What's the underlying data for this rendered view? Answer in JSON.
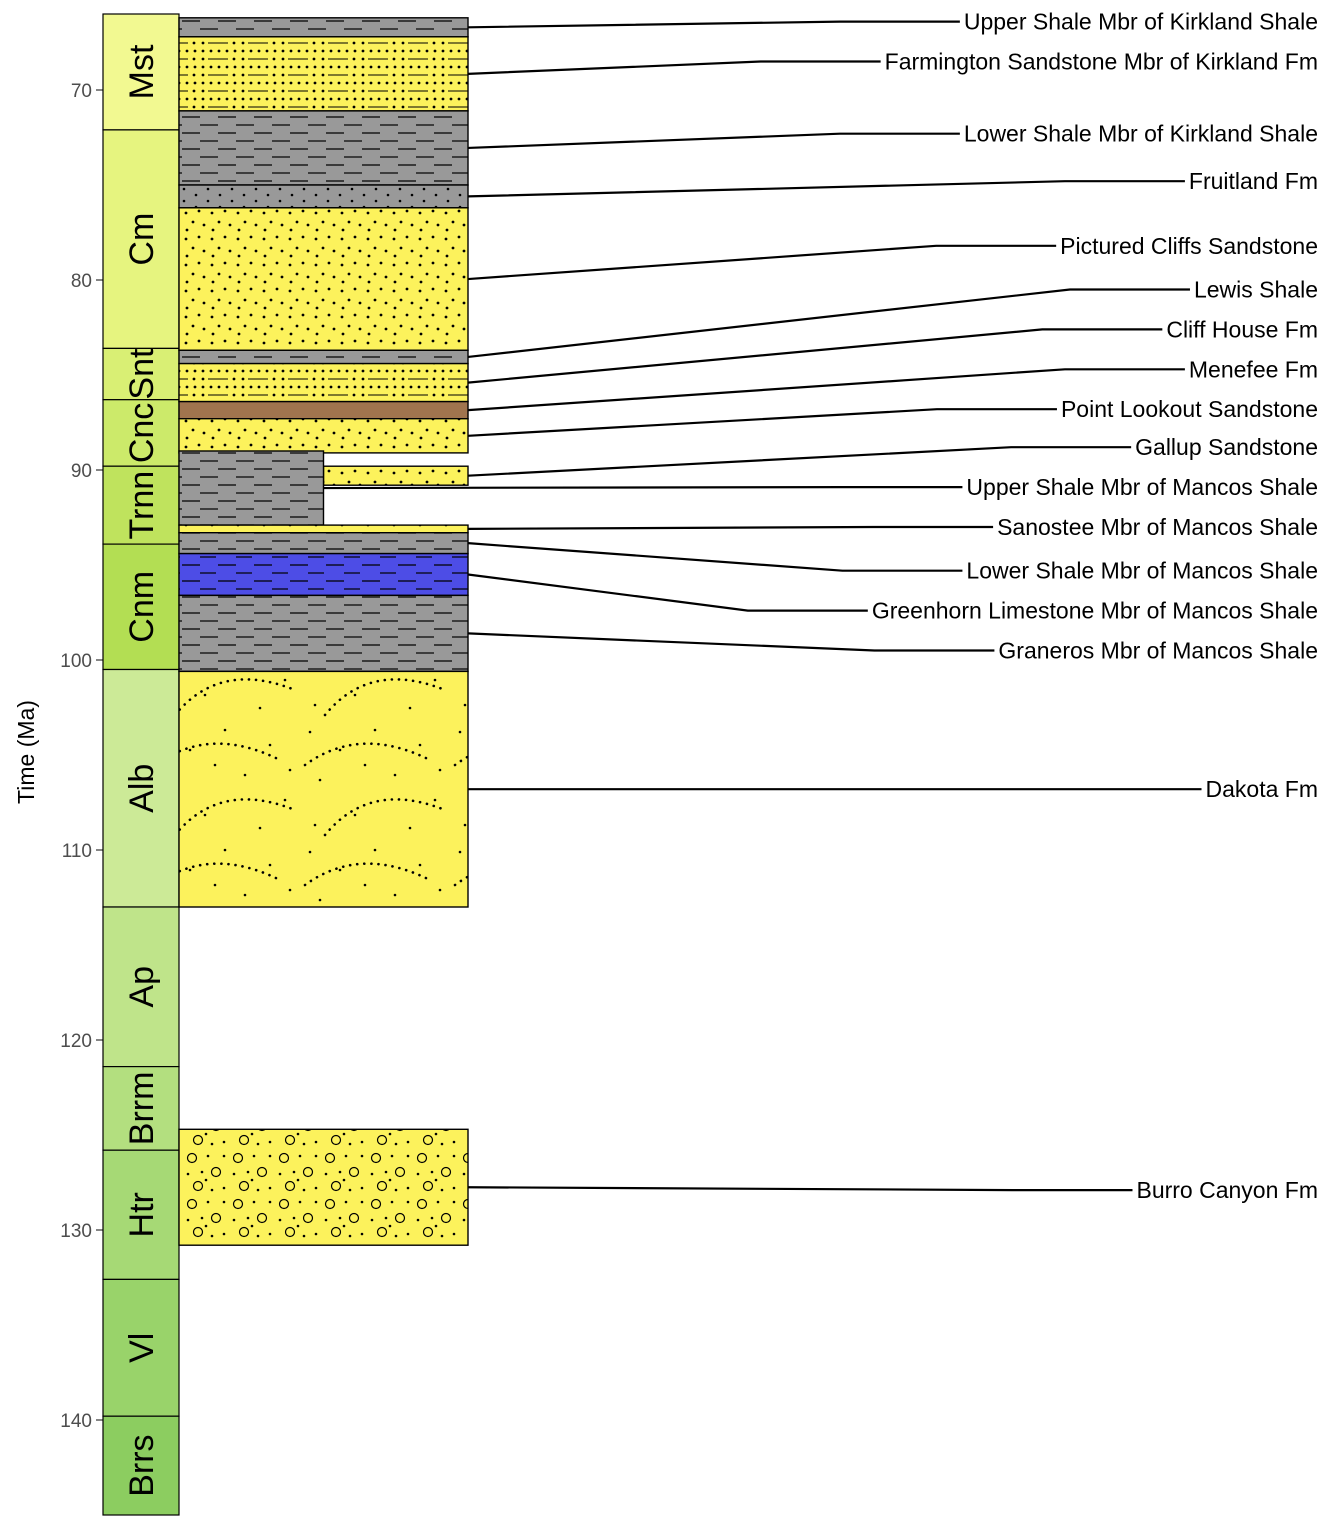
{
  "chart_data": {
    "type": "stratigraphic-column",
    "ylabel": "Time (Ma)",
    "y_axis": {
      "range": [
        66,
        145
      ],
      "reversed": true,
      "ticks": [
        70,
        80,
        90,
        100,
        110,
        120,
        130,
        140
      ]
    },
    "time_scale": [
      {
        "label": "Mst",
        "top": 66.0,
        "base": 72.1,
        "color": "#f2f991"
      },
      {
        "label": "Cm",
        "top": 72.1,
        "base": 83.6,
        "color": "#e6f47f"
      },
      {
        "label": "Snt",
        "top": 83.6,
        "base": 86.3,
        "color": "#d9ef74"
      },
      {
        "label": "Cnc",
        "top": 86.3,
        "base": 89.8,
        "color": "#ccea6a"
      },
      {
        "label": "Trnn",
        "top": 89.8,
        "base": 93.9,
        "color": "#bfe35d"
      },
      {
        "label": "Cnm",
        "top": 93.9,
        "base": 100.5,
        "color": "#b3de53"
      },
      {
        "label": "Alb",
        "top": 100.5,
        "base": 113.0,
        "color": "#ccea97"
      },
      {
        "label": "Ap",
        "top": 113.0,
        "base": 121.4,
        "color": "#bfe48a"
      },
      {
        "label": "Brrm",
        "top": 121.4,
        "base": 125.8,
        "color": "#b3df7f"
      },
      {
        "label": "Htr",
        "top": 125.8,
        "base": 132.6,
        "color": "#a6d975"
      },
      {
        "label": "Vl",
        "top": 132.6,
        "base": 139.8,
        "color": "#99d36a"
      },
      {
        "label": "Brrs",
        "top": 139.8,
        "base": 145.0,
        "color": "#8ccd60"
      }
    ],
    "units": [
      {
        "name": "Upper Shale Mbr of Kirkland Shale",
        "top": 66.2,
        "base": 67.2,
        "lithology": "shale",
        "width": 1.0,
        "color": "#999999",
        "label_y": 66.4
      },
      {
        "name": "Farmington Sandstone Mbr of Kirkland Fm",
        "top": 67.2,
        "base": 71.1,
        "lithology": "silty-sandstone",
        "width": 1.0,
        "color": "#fcf25c",
        "label_y": 68.5
      },
      {
        "name": "Lower Shale Mbr of Kirkland Shale",
        "top": 71.1,
        "base": 75.0,
        "lithology": "shale",
        "width": 1.0,
        "color": "#999999",
        "label_y": 72.3
      },
      {
        "name": "Fruitland Fm",
        "top": 75.0,
        "base": 76.2,
        "lithology": "sandy-shale",
        "width": 1.0,
        "color": "#999999",
        "label_y": 74.8
      },
      {
        "name": "Pictured Cliffs Sandstone",
        "top": 76.2,
        "base": 83.7,
        "lithology": "sandstone",
        "width": 1.0,
        "color": "#fcf25c",
        "label_y": 78.2
      },
      {
        "name": "Lewis Shale",
        "top": 83.7,
        "base": 84.4,
        "lithology": "shale",
        "width": 1.0,
        "color": "#999999",
        "label_y": 80.5
      },
      {
        "name": "Cliff House Fm",
        "top": 84.4,
        "base": 86.4,
        "lithology": "silty-sandstone",
        "width": 1.0,
        "color": "#fcf25c",
        "label_y": 82.6
      },
      {
        "name": "Menefee Fm",
        "top": 86.4,
        "base": 87.3,
        "lithology": "coal",
        "width": 1.0,
        "color": "#a0744e",
        "label_y": 84.7
      },
      {
        "name": "Point Lookout Sandstone",
        "top": 87.3,
        "base": 89.1,
        "lithology": "sandstone",
        "width": 1.0,
        "color": "#fcf25c",
        "label_y": 86.8
      },
      {
        "name": "Gallup Sandstone",
        "top": 89.8,
        "base": 90.8,
        "lithology": "sandstone",
        "width": 0.5,
        "offset": 0.5,
        "color": "#fcf25c",
        "label_y": 88.8
      },
      {
        "name": "Upper Shale Mbr of Mancos Shale",
        "top": 89.0,
        "base": 92.9,
        "lithology": "shale",
        "width": 0.5,
        "color": "#999999",
        "label_y": 90.9
      },
      {
        "name": "Sanostee Mbr of Mancos Shale",
        "top": 92.9,
        "base": 93.3,
        "lithology": "sandstone",
        "width": 1.0,
        "color": "#fcf25c",
        "label_y": 93.0
      },
      {
        "name": "Lower Shale Mbr of Mancos Shale",
        "top": 93.3,
        "base": 94.4,
        "lithology": "shale",
        "width": 1.0,
        "color": "#999999",
        "label_y": 95.3
      },
      {
        "name": "Greenhorn Limestone Mbr of Mancos Shale",
        "top": 94.4,
        "base": 96.6,
        "lithology": "shaly-limestone",
        "width": 1.0,
        "color": "#4d4de6",
        "label_y": 97.4
      },
      {
        "name": "Graneros Mbr of Mancos Shale",
        "top": 96.6,
        "base": 100.6,
        "lithology": "shale",
        "width": 1.0,
        "color": "#999999",
        "label_y": 99.5
      },
      {
        "name": "Dakota Fm",
        "top": 100.6,
        "base": 113.0,
        "lithology": "crossbedded-sandstone",
        "width": 1.0,
        "color": "#fcf25c",
        "label_y": 106.8
      },
      {
        "name": "Burro Canyon Fm",
        "top": 124.7,
        "base": 130.8,
        "lithology": "conglomeratic-sandstone",
        "width": 1.0,
        "color": "#fcf25c",
        "label_y": 127.9
      }
    ]
  }
}
